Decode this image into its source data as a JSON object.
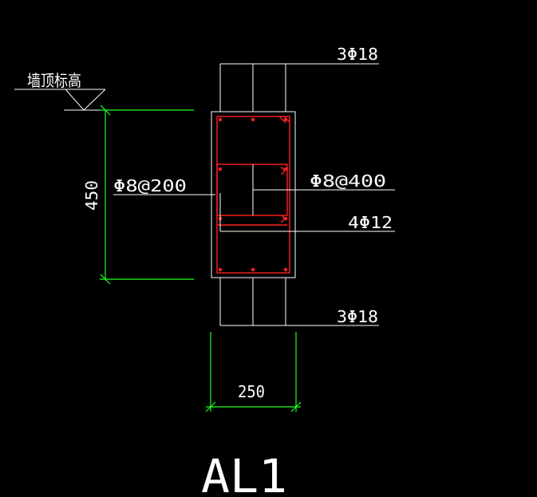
{
  "labels": {
    "wall_top_elevation": "墙顶标高",
    "top_bars": "3Φ18",
    "bottom_bars": "3Φ18",
    "stirrup_left": "Φ8@200",
    "stirrup_right": "Φ8@400",
    "side_bars": "4Φ12",
    "dim_height": "450",
    "dim_width": "250",
    "section_title": "AL1"
  },
  "colors": {
    "background": "#000000",
    "outline": "#ffffff",
    "rebar": "#ff2020",
    "dimension": "#22ff22"
  }
}
